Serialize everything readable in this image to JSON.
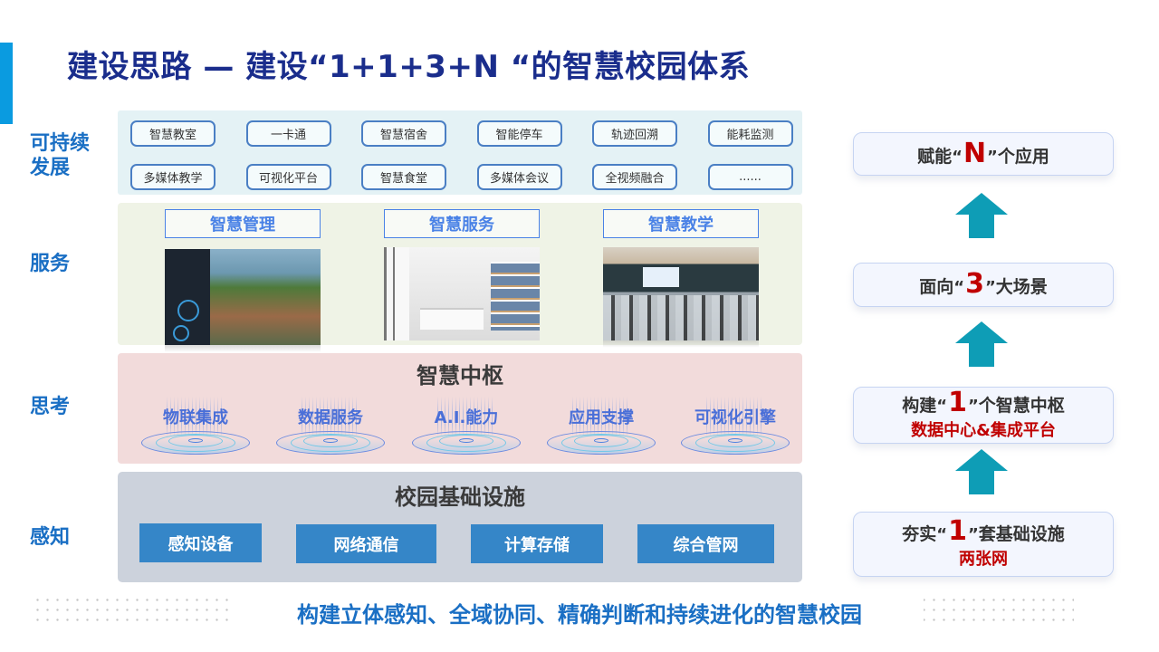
{
  "title": "建设思路 — 建设“1+1+3+N “的智慧校园体系",
  "colors": {
    "title": "#1a2d8c",
    "accent_bar": "#0a9be0",
    "layer_label": "#1a6fc4",
    "apps_bg": "#e4f2f5",
    "service_bg": "#eff3e6",
    "hub_bg": "#f2dbdb",
    "infra_bg": "#ccd2dc",
    "infra_box": "#3586c8",
    "arrow": "#0e9db6",
    "highlight_red": "#c00000"
  },
  "layer_labels": {
    "sustainable": "可持续\n发展",
    "sustainable_line1": "可持续",
    "sustainable_line2": "发展",
    "service": "服务",
    "thinking": "思考",
    "perception": "感知"
  },
  "apps": {
    "items": [
      "智慧教室",
      "一卡通",
      "智慧宿舍",
      "智能停车",
      "轨迹回溯",
      "能耗监测",
      "多媒体教学",
      "可视化平台",
      "智慧食堂",
      "多媒体会议",
      "全视频融合",
      "......"
    ]
  },
  "services": {
    "items": [
      {
        "title": "智慧管理",
        "image": "campus-3d-dashboard-image"
      },
      {
        "title": "智慧服务",
        "image": "library-study-room-image"
      },
      {
        "title": "智慧教学",
        "image": "classroom-students-image"
      }
    ]
  },
  "hub": {
    "title": "智慧中枢",
    "items": [
      "物联集成",
      "数据服务",
      "A.I.能力",
      "应用支撑",
      "可视化引擎"
    ]
  },
  "infra": {
    "title": "校园基础设施",
    "items": [
      "感知设备",
      "网络通信",
      "计算存储",
      "综合管网"
    ]
  },
  "stages": [
    {
      "prefix": "赋能",
      "open_quote": "“",
      "number": "N",
      "close_quote": "”",
      "suffix": "个应用",
      "sub": ""
    },
    {
      "prefix": "面向",
      "open_quote": "“",
      "number": "3",
      "close_quote": "”",
      "suffix": "大场景",
      "sub": ""
    },
    {
      "prefix": "构建",
      "open_quote": "“",
      "number": "1",
      "close_quote": "”",
      "suffix": "个智慧中枢",
      "sub": "数据中心&集成平台"
    },
    {
      "prefix": "夯实",
      "open_quote": "“",
      "number": "1",
      "close_quote": "”",
      "suffix": "套基础设施",
      "sub": "两张网"
    }
  ],
  "arrows": [
    "up-arrow",
    "up-arrow",
    "up-arrow"
  ],
  "slogan": "构建立体感知、全域协同、精确判断和持续进化的智慧校园"
}
